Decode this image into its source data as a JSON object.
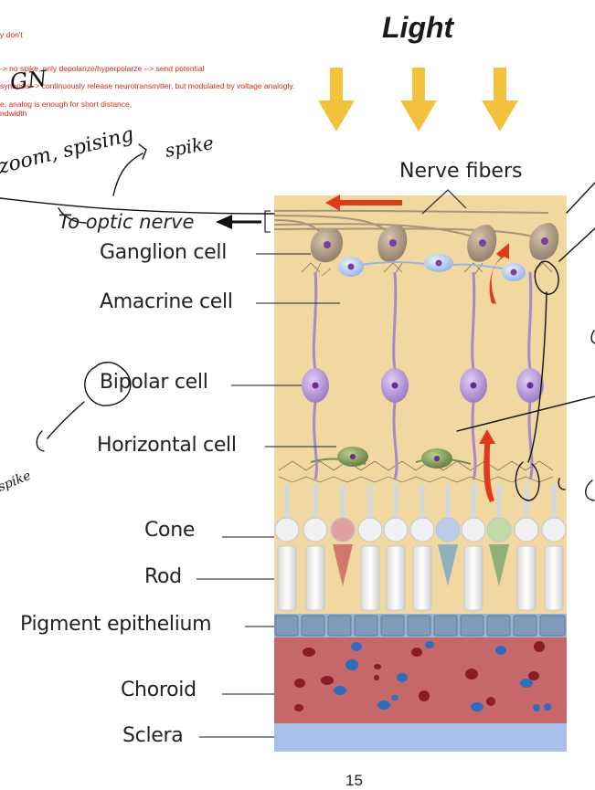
{
  "notes": {
    "line1": "y don't",
    "line2": "-> no spike, only depolarize/hyperpolarze --> send potential",
    "line3": "synapsis -> continuously release neurotransmitter, but modulated by voltage analogly.",
    "line4": "e, analog is enough for short distance,",
    "line5": "ndwidth"
  },
  "diagram": {
    "title": "Light",
    "nerve_fibers": "Nerve fibers",
    "to_optic_nerve": "To optic nerve",
    "page_number": "15"
  },
  "layers": {
    "ganglion": "Ganglion cell",
    "amacrine": "Amacrine cell",
    "bipolar": "Bipolar cell",
    "horizontal": "Horizontal cell",
    "cone": "Cone",
    "rod": "Rod",
    "pigment": "Pigment epithelium",
    "choroid": "Choroid",
    "sclera": "Sclera"
  },
  "handwriting": {
    "gn": "GN",
    "spike1": "zoom, spising",
    "spike2": "spike",
    "spike3": "spike"
  },
  "colors": {
    "retina_bg": "#f0d8a0",
    "choroid": "#c6686a",
    "sclera": "#a8c0e8",
    "arrow_light": "#f2c23c",
    "signal_arrow": "#e03a1c",
    "note_text": "#d42a16"
  }
}
